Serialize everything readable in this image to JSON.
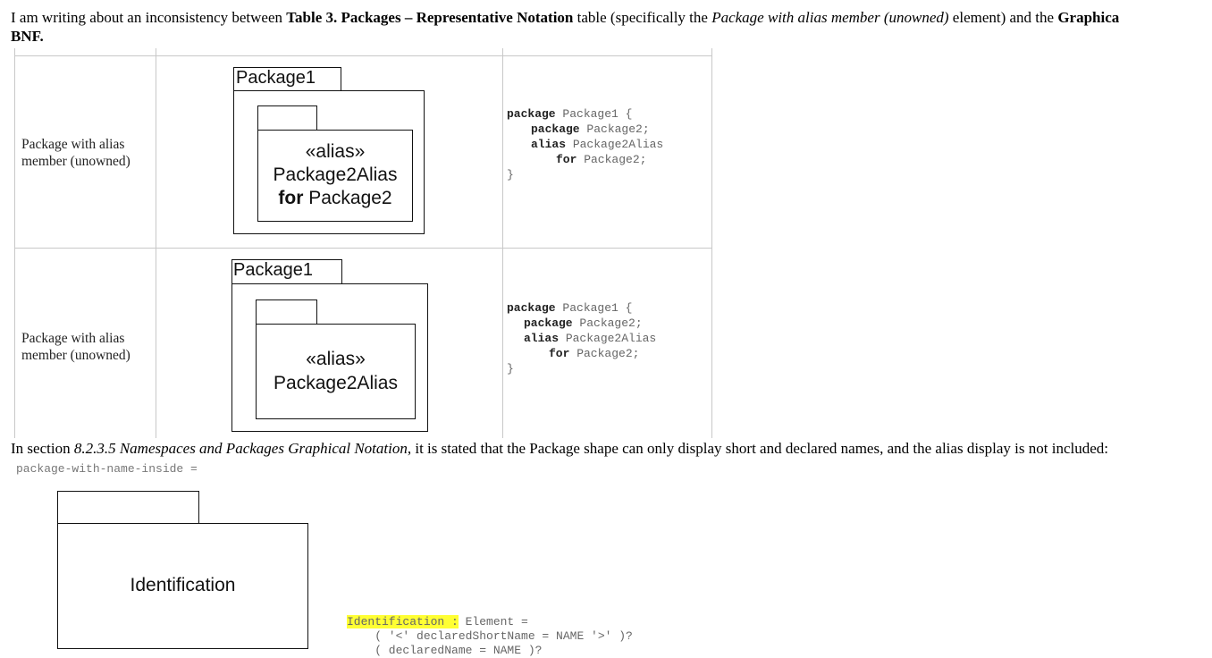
{
  "intro": {
    "t1": "I am writing about an inconsistency between ",
    "b1": "Table 3. Packages – Representative Notation",
    "t2": " table (specifically the ",
    "i1": "Package with alias member (unowned)",
    "t3": " element) and the ",
    "b2": "Graphica",
    "b3": "BNF."
  },
  "table": {
    "rows": [
      {
        "label1": "Package with alias",
        "label2": "member (unowned)",
        "outer_name": "Package1",
        "stereotype": "«alias»",
        "alias_name": "Package2Alias",
        "for_kw": "for",
        "for_target": " Package2",
        "code": [
          {
            "kw": "package",
            "rest": " Package1 {"
          },
          {
            "kw": "package",
            "rest": " Package2;"
          },
          {
            "kw": "alias",
            "rest": " Package2Alias"
          },
          {
            "kw": "for",
            "rest": " Package2;"
          },
          {
            "kw": "",
            "rest": "}"
          }
        ]
      },
      {
        "label1": "Package with alias",
        "label2": "member (unowned)",
        "outer_name": "Package1",
        "stereotype": "«alias»",
        "alias_name": "Package2Alias",
        "code": [
          {
            "kw": "package",
            "rest": " Package1 {"
          },
          {
            "kw": "package",
            "rest": " Package2;"
          },
          {
            "kw": "alias",
            "rest": " Package2Alias"
          },
          {
            "kw": "for",
            "rest": " Package2;"
          },
          {
            "kw": "",
            "rest": "}"
          }
        ]
      }
    ]
  },
  "section": {
    "t1": "In section ",
    "i1": "8.2.3.5 Namespaces and Packages Graphical Notation",
    "t2": ", it is stated that the Package shape can only display short and declared names, and the alias display is not included:"
  },
  "grammar": {
    "rule": "package-with-name-inside =",
    "diagram_label": "Identification",
    "bnf_head": "Identification :",
    "bnf_head_rest": " Element =",
    "bnf_line2": "    ( '<' declaredShortName = NAME '>' )?",
    "bnf_line3": "    ( declaredName = NAME )?"
  }
}
